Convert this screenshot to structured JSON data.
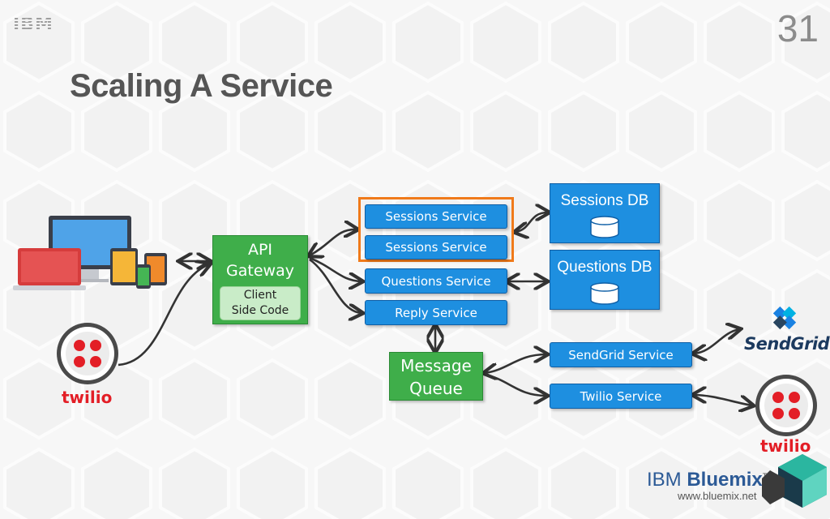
{
  "slide": {
    "logo": "IBM",
    "number": "31",
    "title": "Scaling A Service"
  },
  "diagram": {
    "gateway": {
      "title_line1": "API",
      "title_line2": "Gateway",
      "client_line1": "Client",
      "client_line2": "Side Code"
    },
    "services": {
      "sessions_1": "Sessions Service",
      "sessions_2": "Sessions Service",
      "questions": "Questions Service",
      "reply": "Reply Service",
      "sendgrid": "SendGrid Service",
      "twilio": "Twilio Service"
    },
    "databases": {
      "sessions_db": "Sessions DB",
      "questions_db": "Questions DB"
    },
    "message_queue": {
      "line1": "Message",
      "line2": "Queue"
    },
    "highlight_color": "#f07a1a",
    "service_color": "#1e8fe0",
    "gateway_color": "#3fae4a"
  },
  "logos": {
    "twilio_left": "twilio",
    "twilio_right": "twilio",
    "sendgrid": "SendGrid",
    "bluemix_ibm": "IBM",
    "bluemix_name": "Bluemix",
    "bluemix_tm": "TM",
    "bluemix_url": "www.bluemix.net"
  },
  "icons": [
    "devices-icon",
    "database-icon",
    "twilio-logo-icon",
    "sendgrid-logo-icon",
    "bluemix-logo-icon"
  ]
}
